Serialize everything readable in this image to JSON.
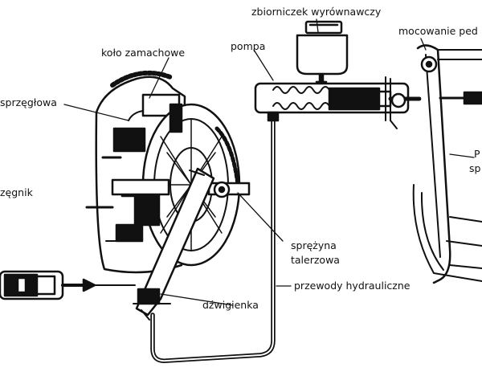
{
  "diagram": {
    "labels": {
      "kolo_zamachowe": "koło zamachowe",
      "tarcza_sprzeglowa": "sprzęgłowa",
      "docisk": "zęgnik",
      "zbiorniczek": "zbiorniczek wyrównawczy",
      "pompa": "pompa",
      "mocowanie": "mocowanie ped",
      "pedal_top": "P",
      "pedal_bottom": "sp",
      "sprezyna_line1": "sprężyna",
      "sprezyna_line2": "talerzowa",
      "przewody": "przewody hydrauliczne",
      "dzwigienka": "dźwigienka"
    },
    "colors": {
      "ink": "#111111",
      "background": "#ffffff"
    }
  }
}
